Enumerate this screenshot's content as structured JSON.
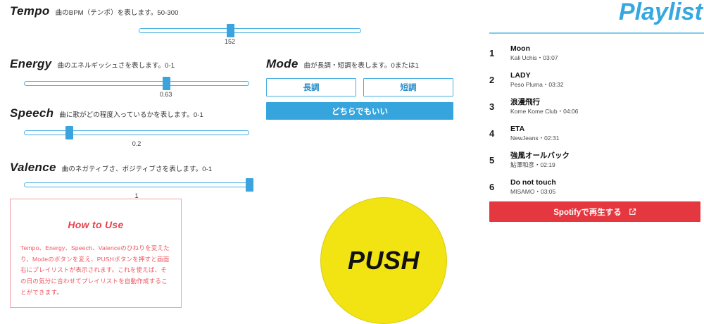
{
  "params": [
    {
      "key": "tempo",
      "title": "Tempo",
      "desc": "曲のBPM（テンポ）を表します。50-300",
      "value": "152",
      "percent": 41
    },
    {
      "key": "energy",
      "title": "Energy",
      "desc": "曲のエネルギッシュさを表します。0-1",
      "value": "0.63",
      "percent": 63
    },
    {
      "key": "speech",
      "title": "Speech",
      "desc": "曲に歌がどの程度入っているかを表します。0-1",
      "value": "0.2",
      "percent": 20
    },
    {
      "key": "valence",
      "title": "Valence",
      "desc": "曲のネガティブさ、ポジティブさを表します。0-1",
      "value": "1",
      "percent": 100
    }
  ],
  "mode": {
    "title": "Mode",
    "desc": "曲が長調・短調を表します。0または1",
    "major_label": "長調",
    "minor_label": "短調",
    "either_label": "どちらでもいい"
  },
  "howto": {
    "title": "How to Use",
    "body": "Tempo、Energy、Speech、Valenceのひねりを変えたり、Modeのボタンを変え、PUSHボタンを押すと画面右にプレイリストが表示されます。これを使えば、その日の気分に合わせてプレイリストを自動作成することができます。"
  },
  "push": {
    "label": "PUSH"
  },
  "playlist": {
    "title": "Playlist",
    "tracks": [
      {
        "num": "1",
        "track": "Moon",
        "meta": "Kali Uchis・03:07"
      },
      {
        "num": "2",
        "track": "LADY",
        "meta": "Peso Pluma・03:32"
      },
      {
        "num": "3",
        "track": "浪漫飛行",
        "meta": "Kome Kome Club・04:06"
      },
      {
        "num": "4",
        "track": "ETA",
        "meta": "NewJeans・02:31"
      },
      {
        "num": "5",
        "track": "強風オールバック",
        "meta": "鮎澤和彦・02:19"
      },
      {
        "num": "6",
        "track": "Do not touch",
        "meta": "MISAMO・03:05"
      }
    ],
    "spotify_label": "Spotifyで再生する",
    "spotify_icon": "external-link-icon"
  },
  "colors": {
    "accent_blue": "#35a8e0",
    "slider_blue": "#3ba3dd",
    "spotify_red": "#e5373f",
    "push_yellow": "#f2e313",
    "howto_red": "#ee5560"
  }
}
